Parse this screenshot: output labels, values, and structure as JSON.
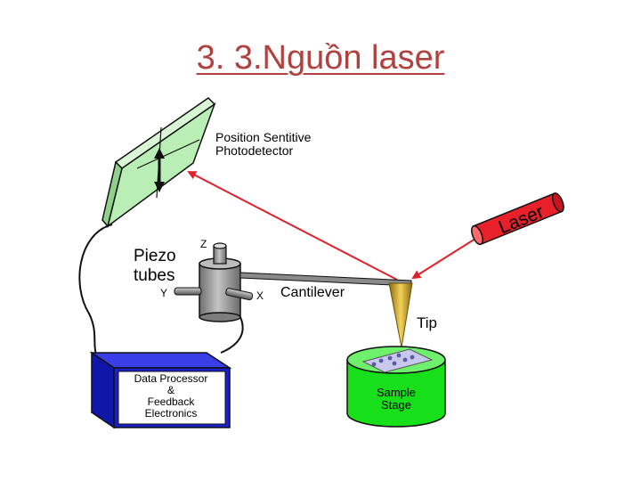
{
  "title": "3. 3.Nguồn laser",
  "labels": {
    "detector_line1": "Position Sentitive",
    "detector_line2": "Photodetector",
    "laser": "Laser",
    "piezo_line1": "Piezo",
    "piezo_line2": "tubes",
    "axis_z": "Z",
    "axis_y": "Y",
    "axis_x": "X",
    "cantilever": "Cantilever",
    "tip": "Tip",
    "sample_line1": "Sample",
    "sample_line2": "Stage",
    "processor_line1": "Data Processor",
    "processor_line2": "&",
    "processor_line3": "Feedback",
    "processor_line4": "Electronics"
  },
  "colors": {
    "title": "#b0413e",
    "detector": "#b9eeb4",
    "laser_body": "#e8202a",
    "beam": "#e0202a",
    "processor": "#1a1fd0",
    "sample_stage": "#17e01a",
    "piezo": "#8c8c8c"
  }
}
